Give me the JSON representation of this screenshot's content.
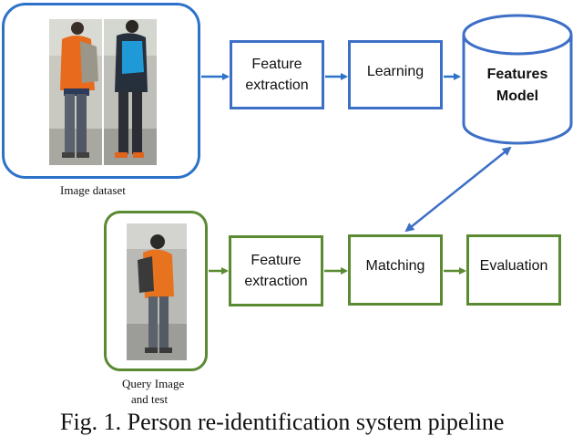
{
  "diagram": {
    "image_dataset_caption": "Image dataset",
    "query_image_caption": "Query Image",
    "query_image_caption_cut": "and test",
    "figure_caption": "Fig. 1. Person re-identification system pipeline",
    "top_row": {
      "feature_extraction": [
        "Feature",
        "extraction"
      ],
      "learning": "Learning",
      "features_model": [
        "Features",
        "Model"
      ]
    },
    "bottom_row": {
      "feature_extraction": [
        "Feature",
        "extraction"
      ],
      "matching": "Matching",
      "evaluation": "Evaluation"
    },
    "colors": {
      "top_stroke": "#3d6fc7",
      "arrow_top": "#2d72c9",
      "bottom_stroke": "#5a8a32",
      "bidirectional_arrow": "#3d6fc7"
    }
  }
}
